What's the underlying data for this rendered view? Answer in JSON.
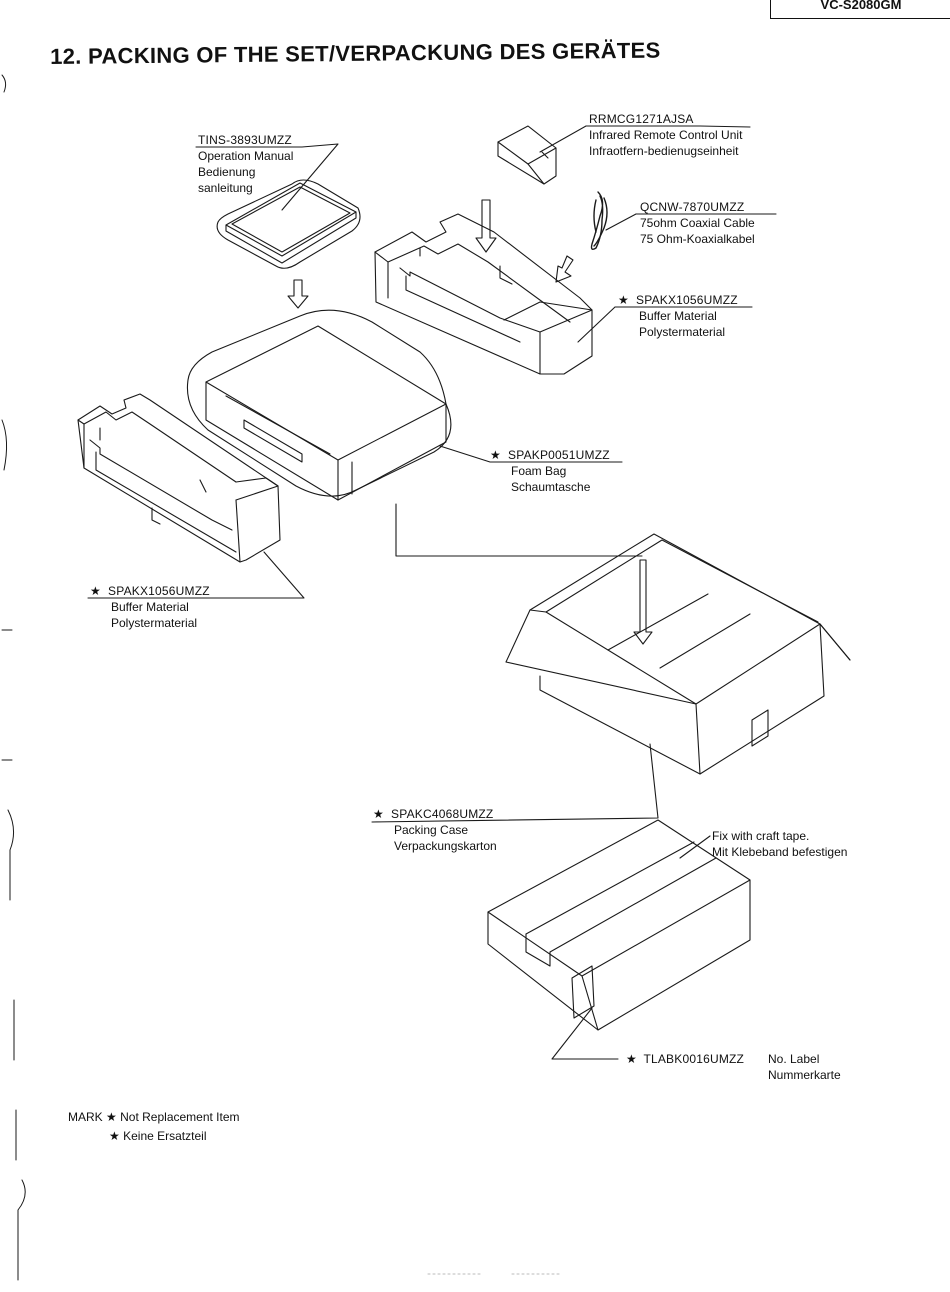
{
  "header": {
    "model": "VC-S2080GM"
  },
  "title": "12. PACKING OF THE SET/VERPACKUNG DES GERÄTES",
  "star": "★",
  "parts": {
    "manual": {
      "part_no": "TINS-3893UMZZ",
      "line1": "Operation Manual",
      "line2": "Bedienung",
      "line3": "sanleitung"
    },
    "remote": {
      "part_no": "RRMCG1271AJSA",
      "line1": "Infrared Remote Control Unit",
      "line2": "Infraotfern-bedienugseinheit"
    },
    "cable": {
      "part_no": "QCNW-7870UMZZ",
      "line1": "75ohm Coaxial Cable",
      "line2": "75 Ohm-Koaxialkabel"
    },
    "buffer_right": {
      "part_no": "SPAKX1056UMZZ",
      "line1": "Buffer Material",
      "line2": "Polystermaterial"
    },
    "foam_bag": {
      "part_no": "SPAKP0051UMZZ",
      "line1": "Foam Bag",
      "line2": "Schaumtasche"
    },
    "buffer_left": {
      "part_no": "SPAKX1056UMZZ",
      "line1": "Buffer Material",
      "line2": "Polystermaterial"
    },
    "case": {
      "part_no": "SPAKC4068UMZZ",
      "line1": "Packing Case",
      "line2": "Verpackungskarton"
    },
    "tape": {
      "line1": "Fix with craft tape.",
      "line2": "Mit Klebeband befestigen"
    },
    "label": {
      "part_no": "TLABK0016UMZZ",
      "line1": "No. Label",
      "line2": "Nummerkarte"
    }
  },
  "legend": {
    "mark": "MARK",
    "line1": "Not Replacement Item",
    "line2": "Keine Ersatzteil"
  }
}
